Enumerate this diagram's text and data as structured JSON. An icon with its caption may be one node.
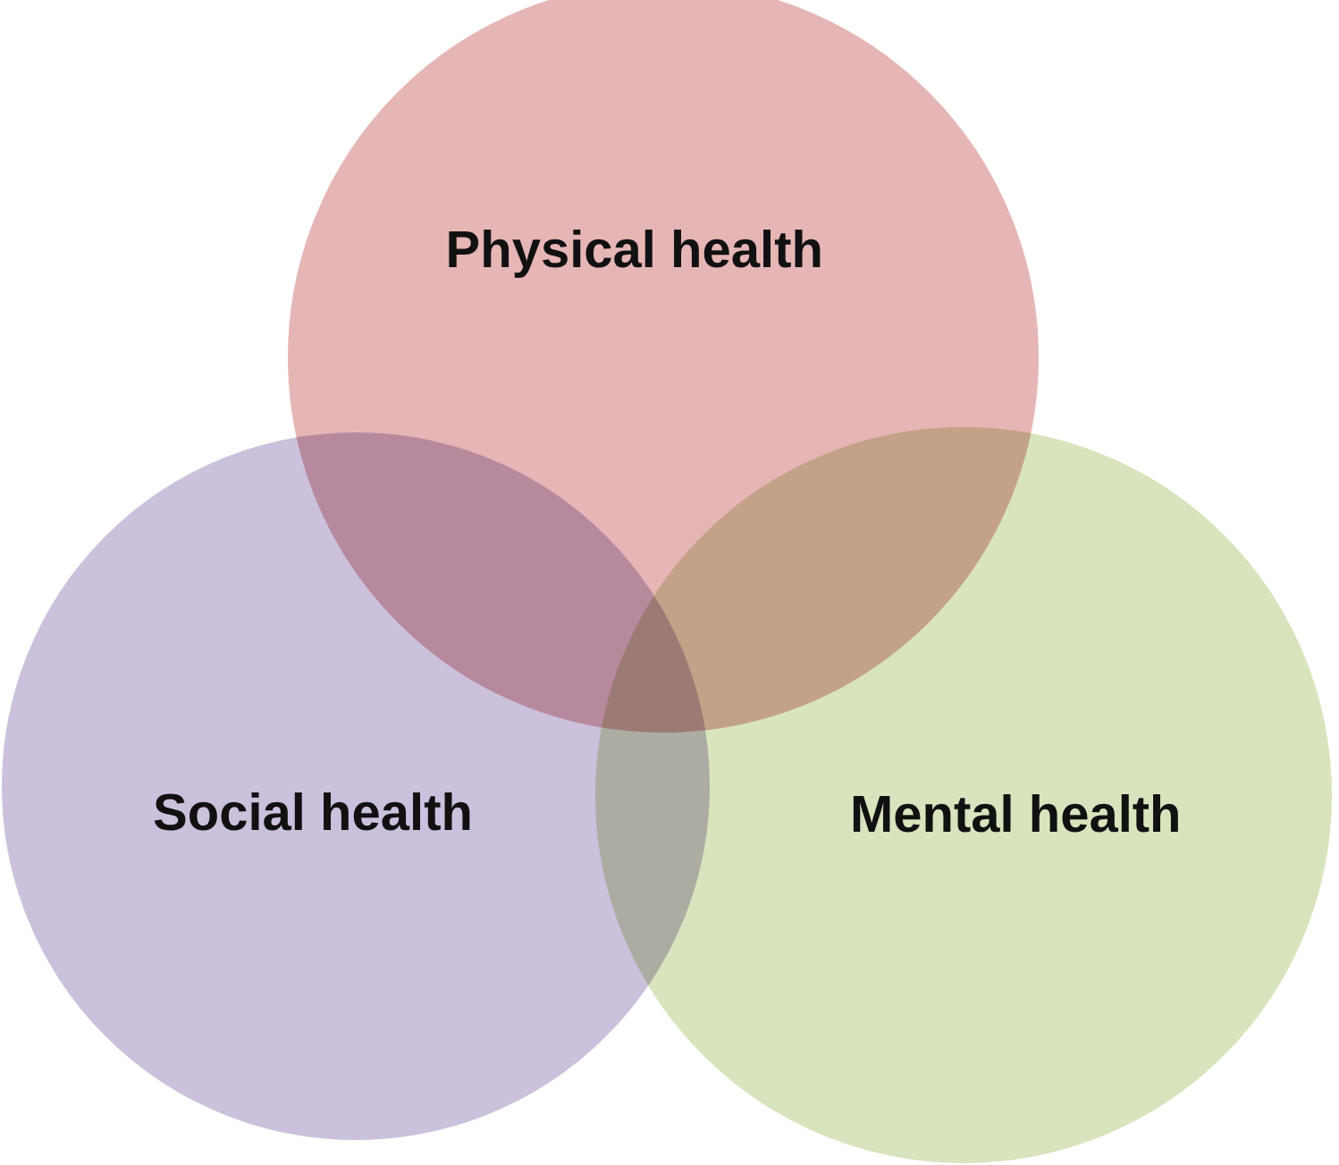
{
  "diagram": {
    "nodes": [
      {
        "text": [
          "Physical health"
        ]
      },
      {
        "text": [
          "Social health"
        ]
      },
      {
        "text": [
          "Mental health"
        ]
      }
    ]
  }
}
